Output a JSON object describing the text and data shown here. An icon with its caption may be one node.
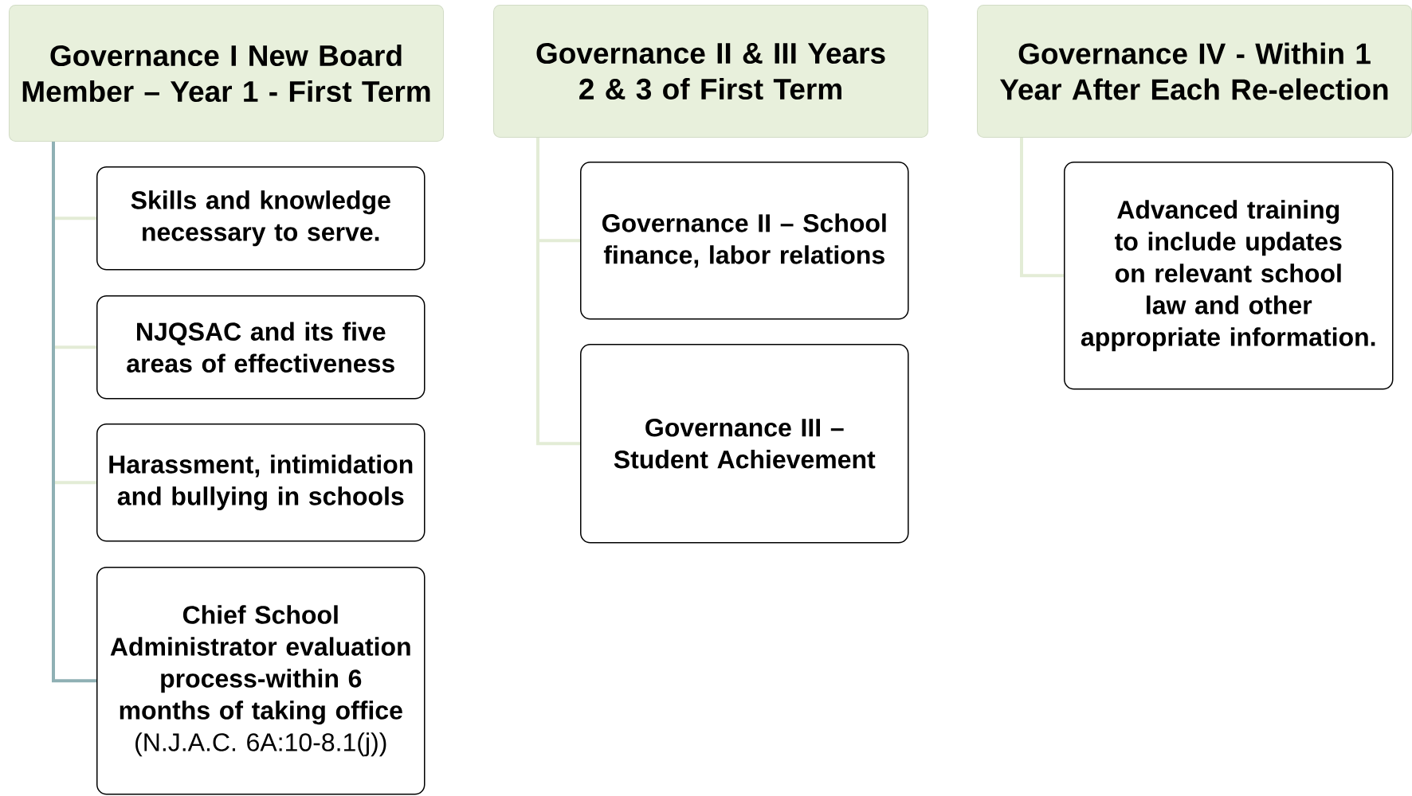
{
  "diagram": {
    "nodes": [
      {
        "text": [
          "Governance I New Board Member – Year 1 - First Term"
        ]
      },
      {
        "text": [
          "Skills and knowledge necessary to serve."
        ]
      },
      {
        "text": [
          "NJQSAC and its five areas of effectiveness"
        ]
      },
      {
        "text": [
          "Harassment, intimidation and bullying in schools"
        ]
      },
      {
        "text": [
          "**Chief School Administrator evaluation process-within 6 months of taking office** (N.J.A.C. 6A:10-8.1(j))"
        ]
      },
      {
        "text": [
          "Governance II & III Years 2 & 3 of First Term"
        ]
      },
      {
        "text": [
          "Governance II – School finance, labor relations"
        ]
      },
      {
        "text": [
          "Governance III – Student Achievement"
        ]
      },
      {
        "text": [
          "Governance IV - Within 1 Year After Each Re-election"
        ]
      },
      {
        "text": [
          "Advanced training to include updates on relevant school law and other appropriate information."
        ]
      }
    ],
    "edges": [
      {
        "from": 0,
        "to": 1,
        "arrow": "none"
      },
      {
        "from": 0,
        "to": 2,
        "arrow": "none"
      },
      {
        "from": 0,
        "to": 3,
        "arrow": "none"
      },
      {
        "from": 0,
        "to": 4,
        "arrow": "none",
        "color": "#8fb0b4"
      },
      {
        "from": 5,
        "to": 6,
        "arrow": "none"
      },
      {
        "from": 5,
        "to": 7,
        "arrow": "none"
      },
      {
        "from": 8,
        "to": 9,
        "arrow": "none"
      }
    ]
  }
}
